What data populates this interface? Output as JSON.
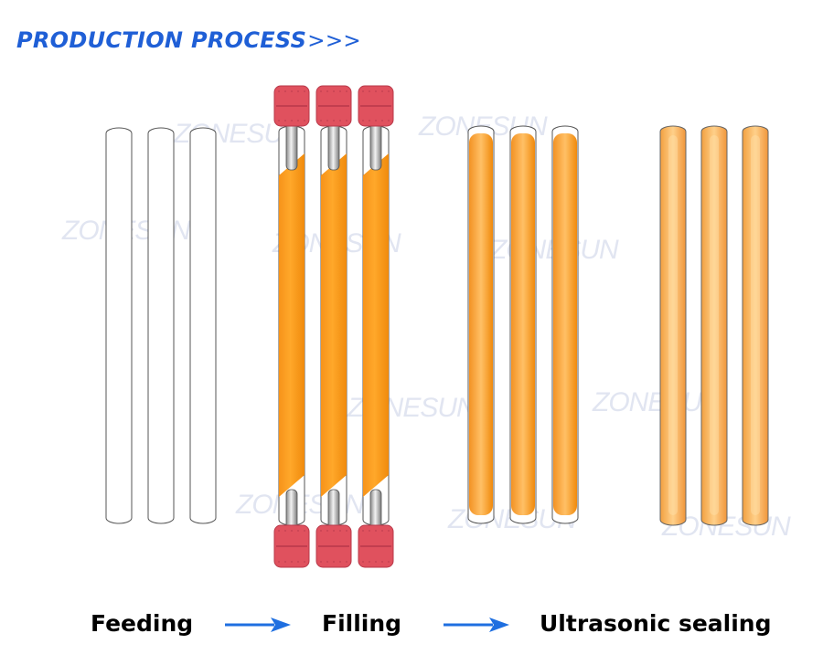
{
  "header": {
    "title": "PRODUCTION PROCESS",
    "title_suffix": ">>>",
    "accent_color": "#1f5fd6"
  },
  "watermark": {
    "text": "ZONESUN",
    "color": "#c8cfe6"
  },
  "colors": {
    "fill_orange": "#ffa01e",
    "fill_orange_dark": "#f08a0c",
    "cap_red": "#e0515e",
    "tube_outline": "#555555",
    "arrow_blue": "#1f6fe0"
  },
  "stages": [
    {
      "id": "feeding",
      "label": "Feeding",
      "tube_count": 3,
      "state": "empty"
    },
    {
      "id": "filling",
      "label": "Filling",
      "tube_count": 3,
      "state": "filling"
    },
    {
      "id": "filled",
      "label": "",
      "tube_count": 3,
      "state": "filled"
    },
    {
      "id": "sealing",
      "label": "Ultrasonic sealing",
      "tube_count": 3,
      "state": "sealed"
    }
  ],
  "flow_arrow_icon": "right-arrow-icon"
}
